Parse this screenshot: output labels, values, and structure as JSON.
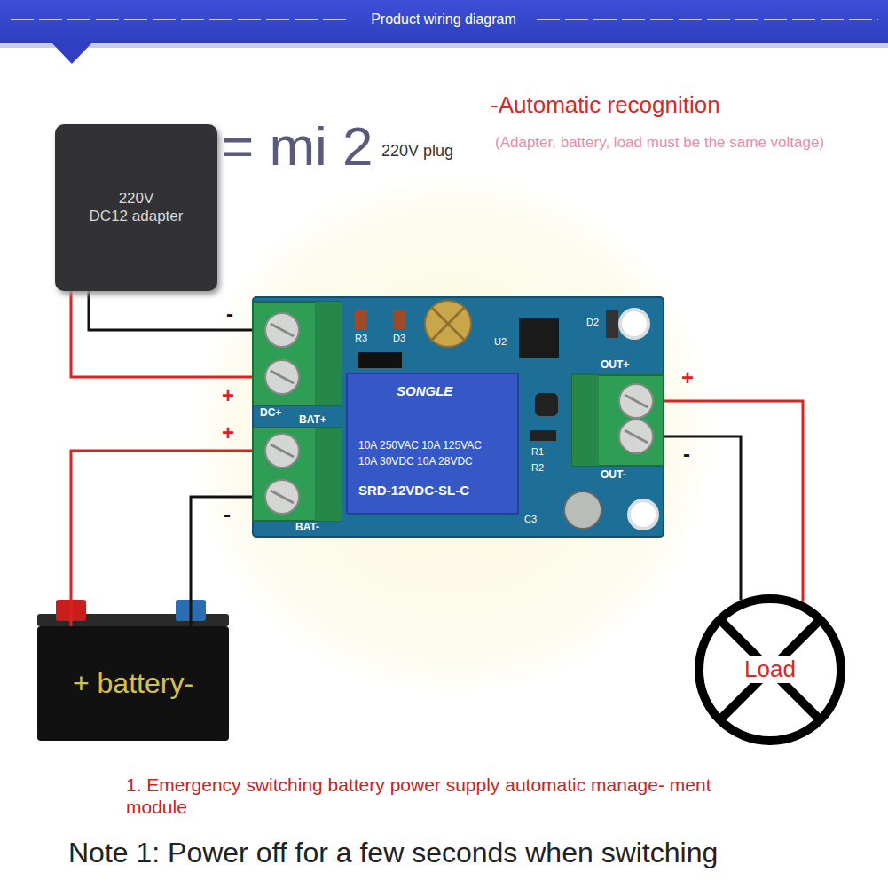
{
  "diagram": {
    "title": "Product wiring diagram",
    "nodes": [
      {
        "text": [
          "220V",
          "DC12 adapter"
        ]
      },
      {
        "text": [
          "DC+",
          "BAT+",
          "BAT-",
          "OUT+",
          "OUT-",
          "R3",
          "D3",
          "U2",
          "D2",
          "R1",
          "R2",
          "C3"
        ]
      },
      {
        "text": [
          "SONGLE",
          "10A 250VAC 10A 125VAC",
          "10A 30VDC 10A 28VDC",
          "SRD-12VDC-SL-C"
        ],
        "in": 1
      },
      {
        "text": [
          "+ battery-"
        ]
      },
      {
        "text": [
          "Load"
        ]
      }
    ],
    "edges": [
      {
        "from": 0,
        "to": 1,
        "arrow": "none",
        "label": "-"
      },
      {
        "from": 0,
        "to": 1,
        "arrow": "none",
        "label": "+"
      },
      {
        "from": 3,
        "to": 1,
        "arrow": "none",
        "label": "+"
      },
      {
        "from": 3,
        "to": 1,
        "arrow": "none",
        "label": "-"
      },
      {
        "from": 1,
        "to": 4,
        "arrow": "none",
        "label": "+"
      },
      {
        "from": 1,
        "to": 4,
        "arrow": "none",
        "label": "-"
      }
    ],
    "labels": [
      "-Automatic recognition",
      "(Adapter, battery, load must be the same voltage)",
      "= mi 2",
      "220V plug",
      "1. Emergency switching battery power supply automatic manage- ment module",
      "Note 1: Power off for a few seconds when switching"
    ]
  }
}
